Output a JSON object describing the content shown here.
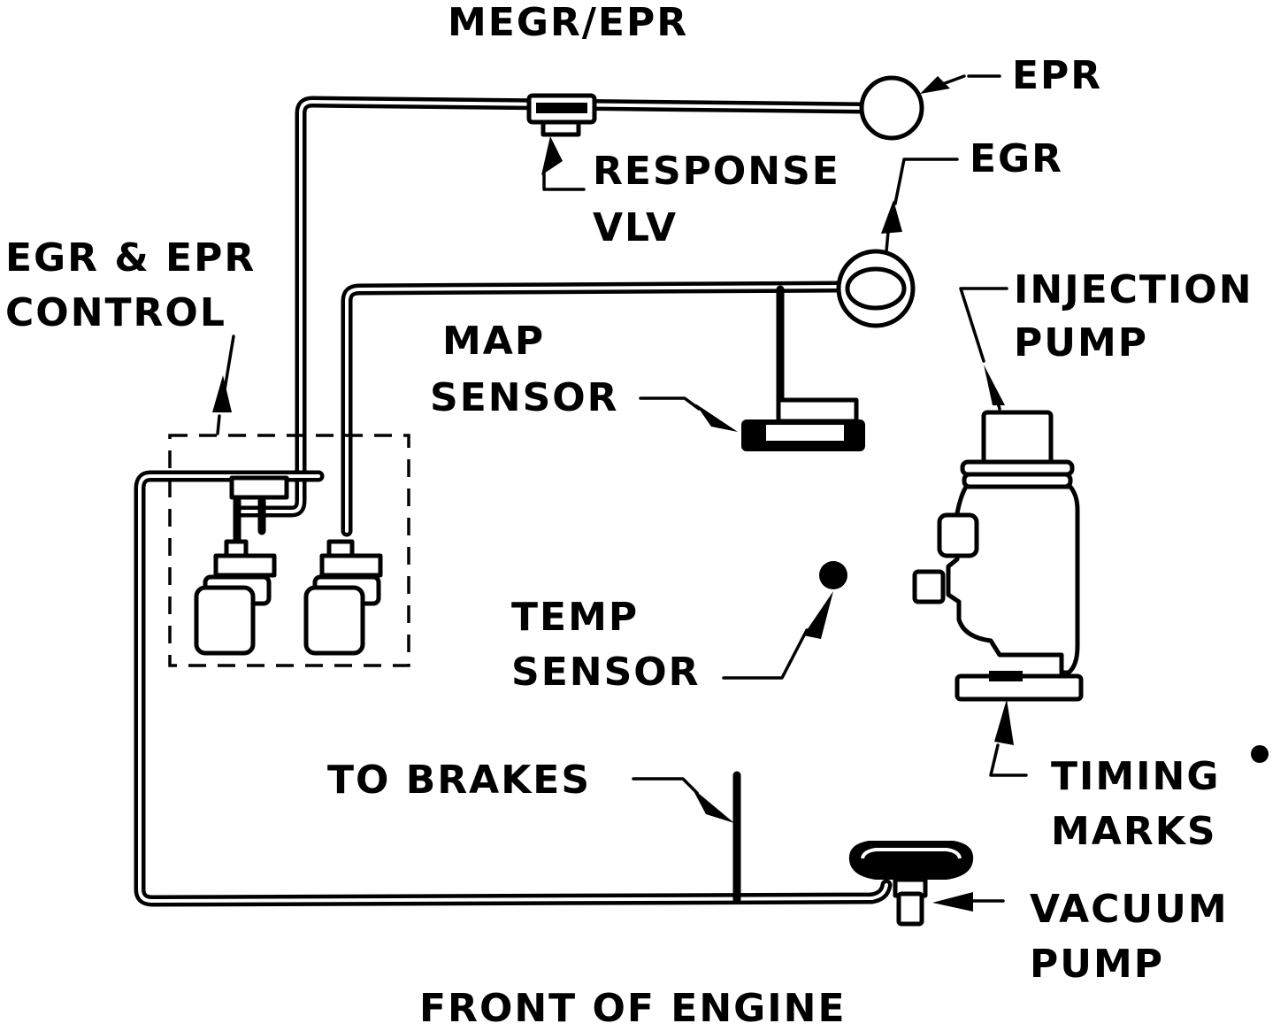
{
  "labels": {
    "megr_epr": "MEGR/EPR",
    "epr": "EPR",
    "response_vlv_1": "RESPONSE",
    "response_vlv_2": "VLV",
    "egr": "EGR",
    "egr_epr_control_1": "EGR & EPR",
    "egr_epr_control_2": "CONTROL",
    "injection_pump_1": "INJECTION",
    "injection_pump_2": "PUMP",
    "map_sensor_1": "MAP",
    "map_sensor_2": "SENSOR",
    "temp_sensor_1": "TEMP",
    "temp_sensor_2": "SENSOR",
    "timing_marks_1": "TIMING",
    "timing_marks_2": "MARKS",
    "to_brakes": "TO BRAKES",
    "vacuum_pump_1": "VACUUM",
    "vacuum_pump_2": "PUMP",
    "front_of_engine": "FRONT OF ENGINE"
  }
}
